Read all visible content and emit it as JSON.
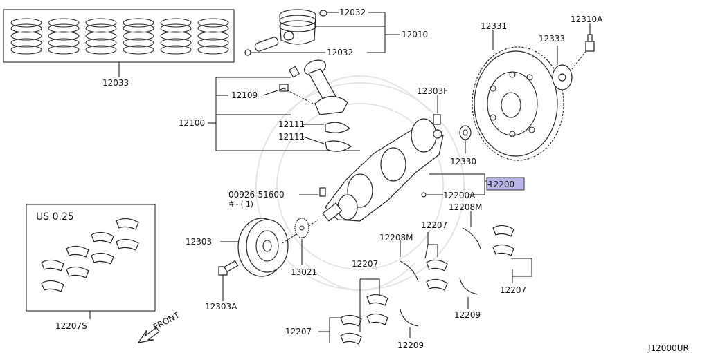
{
  "diagram": {
    "footer_code": "J12000UR",
    "front_label": "FRONT",
    "bearing_box_label": "US 0.25",
    "highlight_color": "#b9b5e8",
    "highlighted_part": "12200",
    "callouts": {
      "c12032a": "12032",
      "c12032b": "12032",
      "c12010": "12010",
      "c12033": "12033",
      "c12109": "12109",
      "c12100": "12100",
      "c12111a": "12111",
      "c12111b": "12111",
      "c12303F": "12303F",
      "c12331": "12331",
      "c12333": "12333",
      "c12310A": "12310A",
      "c12330": "12330",
      "c12200": "12200",
      "c12200A": "12200A",
      "c00926": "00926-51600",
      "c00926qty": "キ- ( 1)",
      "c12208Ma": "12208M",
      "c12208Mb": "12208M",
      "c12207a": "12207",
      "c12207b": "12207",
      "c12207c": "12207",
      "c12207d": "12207",
      "c12303": "12303",
      "c13021": "13021",
      "c12303A": "12303A",
      "c12209a": "12209",
      "c12209b": "12209",
      "c12207S": "12207S"
    }
  }
}
